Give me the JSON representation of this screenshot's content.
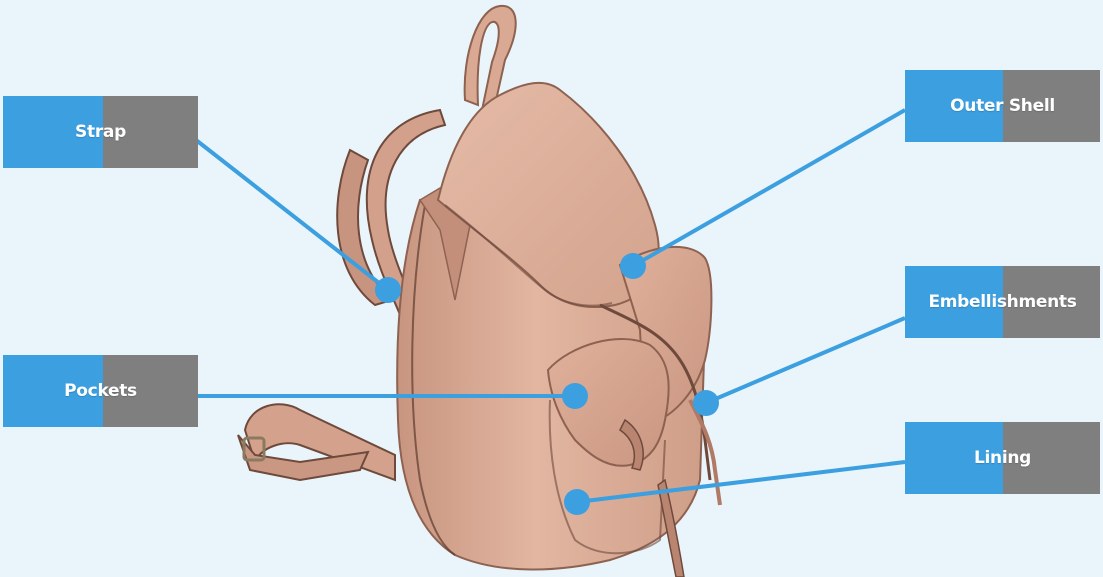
{
  "colors": {
    "background": "#eaf4fb",
    "accent_blue": "#3c9fe0",
    "label_gray": "#7f7f80",
    "leather": "#d9a993",
    "leather_dark": "#b98570",
    "leather_shadow": "#9d6e5b"
  },
  "labels": {
    "strap": "Strap",
    "pockets": "Pockets",
    "outer_shell": "Outer Shell",
    "embellishments": "Embellishments",
    "lining": "Lining"
  }
}
